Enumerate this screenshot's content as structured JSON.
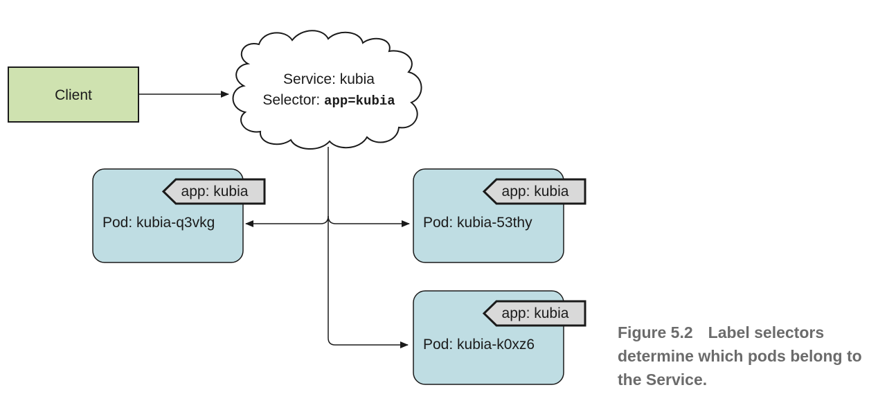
{
  "client": {
    "label": "Client"
  },
  "service": {
    "name_line": "Service: kubia",
    "selector_prefix": "Selector: ",
    "selector_value": "app=kubia"
  },
  "pods": [
    {
      "label": "Pod: kubia-q3vkg",
      "tag": "app: kubia"
    },
    {
      "label": "Pod: kubia-53thy",
      "tag": "app: kubia"
    },
    {
      "label": "Pod: kubia-k0xz6",
      "tag": "app: kubia"
    }
  ],
  "caption": {
    "figure": "Figure 5.2",
    "text": "Label selectors determine which pods belong to the Service."
  },
  "colors": {
    "client_fill": "#cfe2b0",
    "pod_fill": "#bfdde3",
    "tag_fill": "#d9d9d9",
    "stroke": "#1a1a1a",
    "caption": "#6b6b6b"
  }
}
